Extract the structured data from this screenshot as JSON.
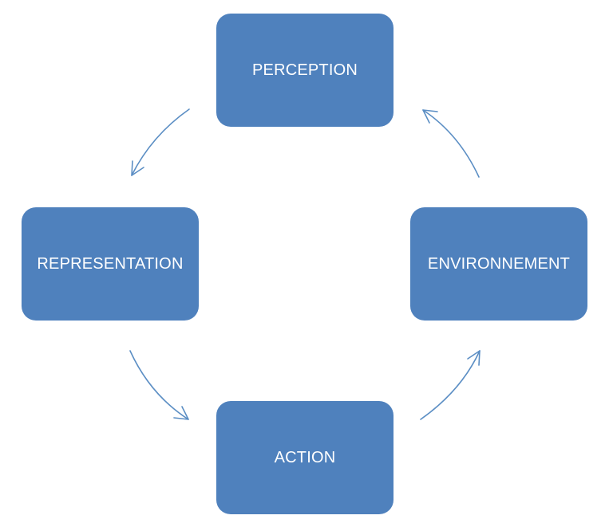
{
  "nodes": {
    "perception": {
      "label": "PERCEPTION"
    },
    "representation": {
      "label": "REPRESENTATION"
    },
    "environnement": {
      "label": "ENVIRONNEMENT"
    },
    "action": {
      "label": "ACTION"
    }
  },
  "edges": [
    {
      "from": "perception",
      "to": "representation"
    },
    {
      "from": "representation",
      "to": "action"
    },
    {
      "from": "action",
      "to": "environnement"
    },
    {
      "from": "environnement",
      "to": "perception"
    }
  ],
  "colors": {
    "node_fill": "#4f81bd",
    "node_text": "#ffffff",
    "arrow": "#5b8ec4"
  }
}
